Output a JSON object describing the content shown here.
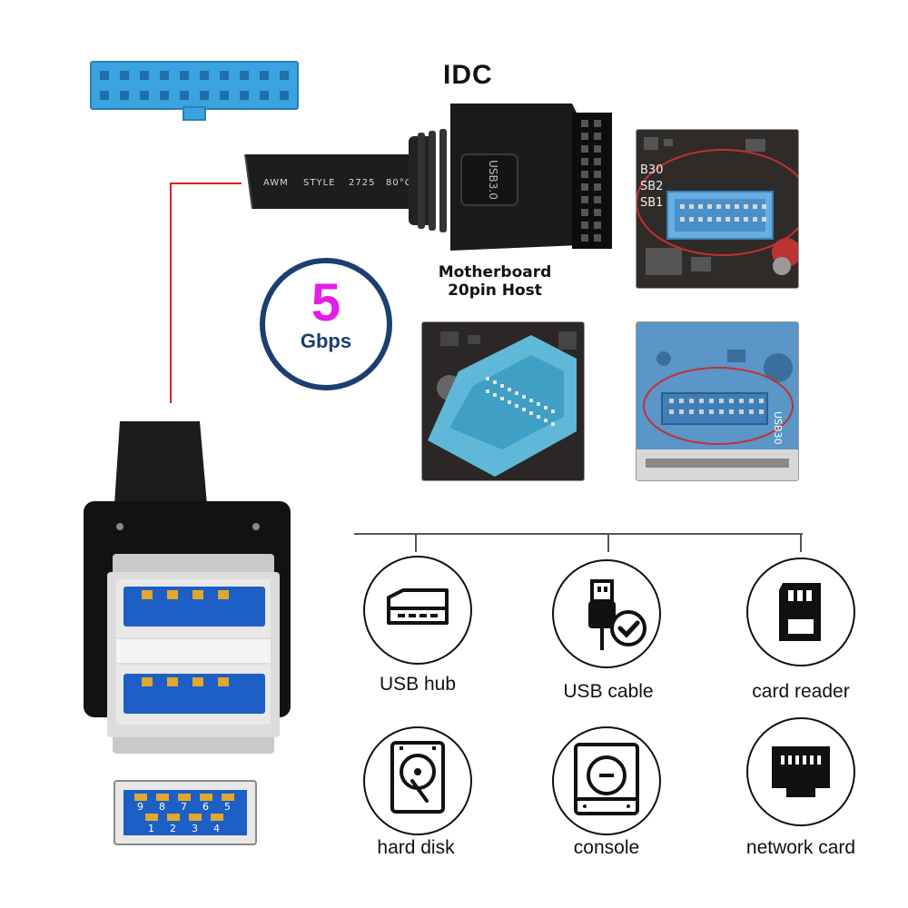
{
  "connector_label": "IDC",
  "host_label_line1": "Motherboard",
  "host_label_line2": "20pin Host",
  "speed": {
    "value": "5",
    "unit": "Gbps"
  },
  "cable_print": {
    "t1": "AWM",
    "t2": "STYLE",
    "t3": "2725",
    "t4": "80°C"
  },
  "connector_marking": "USB3.0",
  "board_marks": {
    "b30": "B30",
    "sb2": "SB2",
    "sb1": "SB1",
    "usb30": "USB30"
  },
  "pin_numbers": {
    "top": [
      "9",
      "8",
      "7",
      "6",
      "5"
    ],
    "bottom": [
      "1",
      "2",
      "3",
      "4"
    ]
  },
  "applications": [
    {
      "label": "USB hub",
      "icon": "hard-drive-icon"
    },
    {
      "label": "USB cable",
      "icon": "usb-check-icon"
    },
    {
      "label": "card reader",
      "icon": "sd-card-icon"
    },
    {
      "label": "hard disk",
      "icon": "hdd-icon"
    },
    {
      "label": "console",
      "icon": "console-icon"
    },
    {
      "label": "network card",
      "icon": "ethernet-port-icon"
    }
  ],
  "colors": {
    "header_blue": "#3aa3e0",
    "port_blue": "#1d5fc4",
    "badge_navy": "#1b3f70",
    "badge_magenta": "#e21ee7",
    "leader_red": "#e01e1e"
  }
}
